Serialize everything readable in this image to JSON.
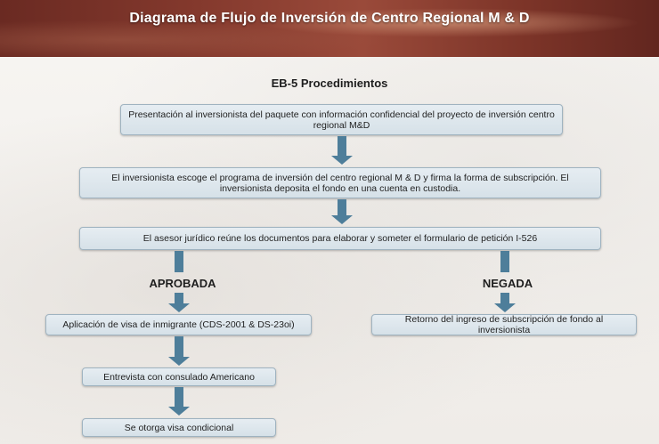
{
  "header": {
    "title": "Diagrama de Flujo de Inversión de Centro Regional M & D"
  },
  "diagram": {
    "subtitle": "EB-5 Procedimientos",
    "step1": "Presentación al inversionista del paquete con información confidencial del proyecto de inversión centro regional M&D",
    "step2": "El inversionista escoge el programa de inversión del centro regional M & D y firma la forma de subscripción. El inversionista deposita el fondo en una cuenta en custodia.",
    "step3": "El asesor jurídico reúne los documentos para elaborar y someter el formulario de petición I-526",
    "approved": {
      "label": "APROBADA",
      "step1": "Aplicación de visa de inmigrante (CDS-2001 & DS-23oi)",
      "step2": "Entrevista con consulado Americano",
      "step3": "Se otorga visa condicional"
    },
    "denied": {
      "label": "NEGADA",
      "step1": "Retorno del ingreso de subscripción de fondo al inversionista"
    }
  },
  "colors": {
    "header": "#84392d",
    "box_fill": "#dfe8ee",
    "box_border": "#9fb3c0",
    "arrow": "#4e7e9a"
  }
}
